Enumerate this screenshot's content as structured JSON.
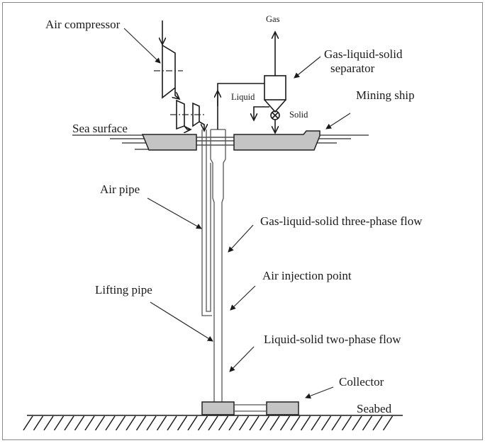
{
  "figure": {
    "title": "Hydraulic-pneumatic lifting system for deep-sea mining",
    "labels": {
      "air_compressor": "Air compressor",
      "gas": "Gas",
      "separator_line1": "Gas-liquid-solid",
      "separator_line2": "separator",
      "liquid": "Liquid",
      "solid": "Solid",
      "mining_ship": "Mining ship",
      "sea_surface": "Sea surface",
      "air_pipe": "Air pipe",
      "three_phase_flow": "Gas-liquid-solid three-phase flow",
      "air_injection_point": "Air injection point",
      "lifting_pipe": "Lifting pipe",
      "two_phase_flow": "Liquid-solid two-phase flow",
      "collector": "Collector",
      "seabed": "Seabed"
    },
    "colors": {
      "ink": "#1a1a1a",
      "fill_gray": "#c4c4c4",
      "frame": "#8a8a8a"
    }
  }
}
